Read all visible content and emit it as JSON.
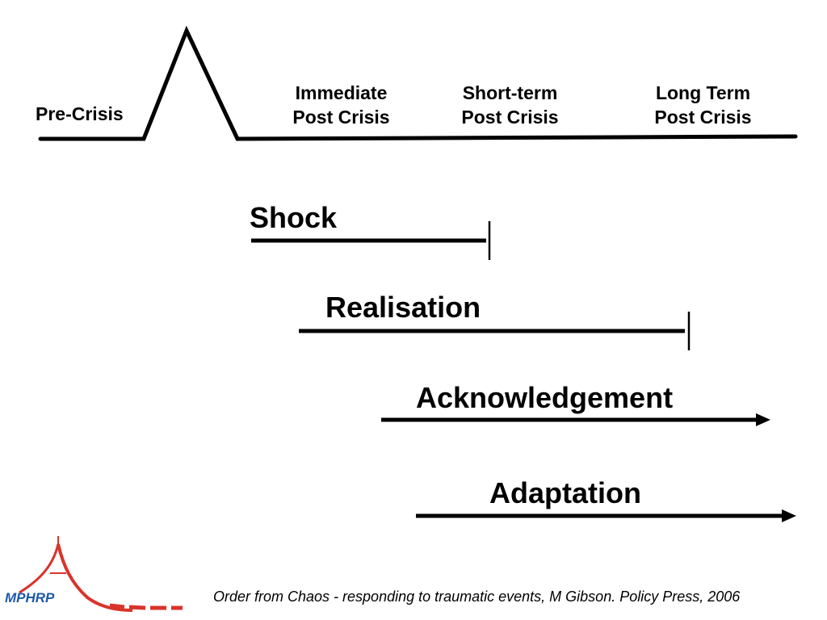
{
  "phases": {
    "pre_crisis": "Pre-Crisis",
    "immediate": [
      "Immediate",
      "Post Crisis"
    ],
    "short_term": [
      "Short-term",
      "Post Crisis"
    ],
    "long_term": [
      "Long Term",
      "Post Crisis"
    ]
  },
  "stages": {
    "shock": "Shock",
    "realisation": "Realisation",
    "acknowledgement": "Acknowledgement",
    "adaptation": "Adaptation"
  },
  "citation": "Order from Chaos - responding to traumatic events, M Gibson. Policy Press, 2006",
  "logo": {
    "text": "MPHRP",
    "text_color": "#1f5aa8",
    "mark_color": "#d9342b"
  }
}
